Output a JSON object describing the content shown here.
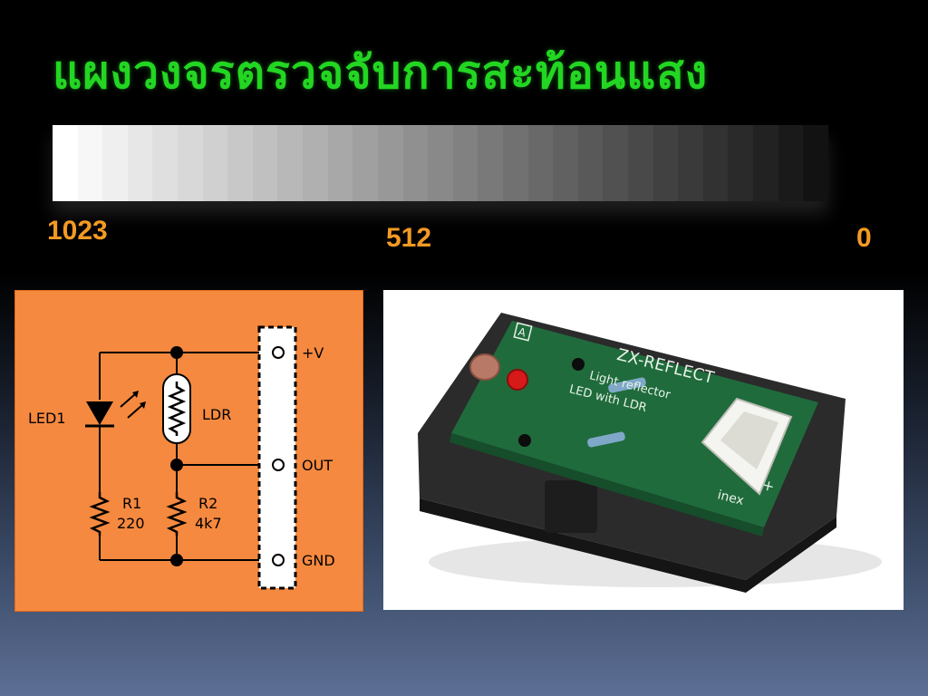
{
  "title": "แผงวงจรตรวจจับการสะท้อนแสง",
  "grayscale": {
    "steps": 31,
    "max_label": "1023",
    "mid_label": "512",
    "min_label": "0"
  },
  "schematic": {
    "led_label": "LED1",
    "ldr_label": "LDR",
    "r1_label": "R1",
    "r1_value": "220",
    "r2_label": "R2",
    "r2_value": "4k7",
    "pin_vplus": "+V",
    "pin_out": "OUT",
    "pin_gnd": "GND"
  },
  "photo": {
    "board_title": "ZX-REFLECT",
    "board_line1": "Light reflector",
    "board_line2": "LED with LDR",
    "board_brand": "inex",
    "board_letter": "A",
    "board_plus": "+"
  },
  "colors": {
    "title": "#22d622",
    "scale_label": "#f39a23",
    "schematic_bg": "#f5893f",
    "pcb_green": "#1f6b3c"
  }
}
